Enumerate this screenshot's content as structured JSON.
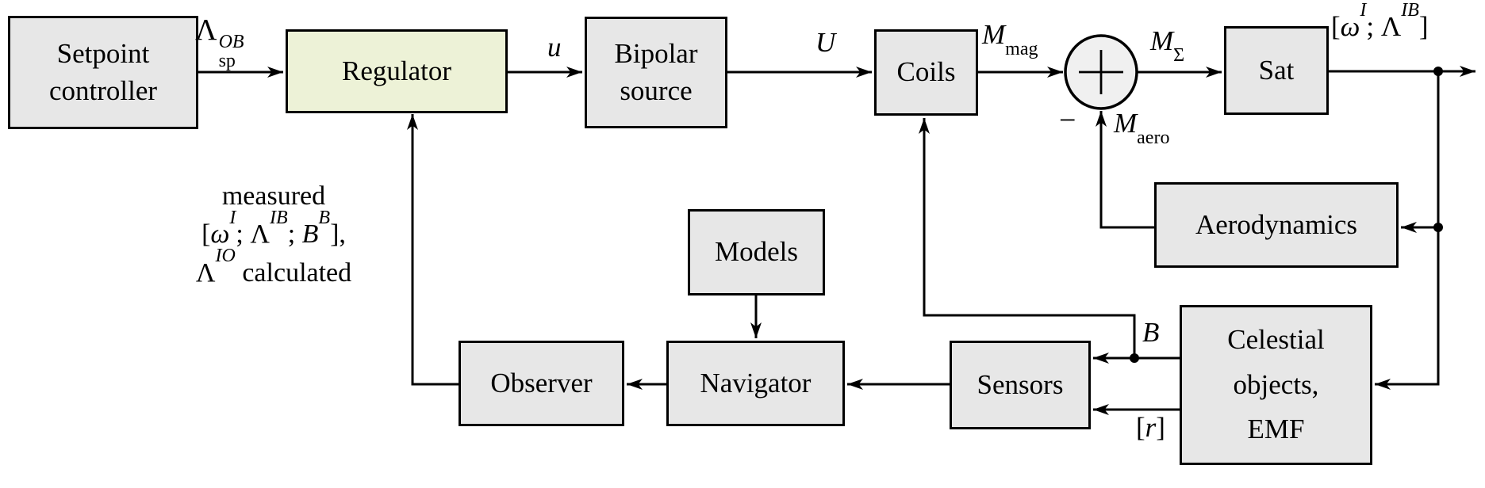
{
  "diagram": {
    "title": "Satellite magnetic attitude control loop block diagram",
    "colors": {
      "background": "#ffffff",
      "block_fill": "#e7e7e7",
      "regulator_fill": "#edf2d7",
      "sum_fill": "#f0f0f0",
      "line": "#000000"
    },
    "blocks": {
      "setpoint": {
        "line1": "Setpoint",
        "line2": "controller"
      },
      "regulator": {
        "label": "Regulator"
      },
      "bipolar": {
        "line1": "Bipolar",
        "line2": "source"
      },
      "coils": {
        "label": "Coils"
      },
      "sum": {
        "operator": "+"
      },
      "sat": {
        "label": "Sat"
      },
      "aerodynamics": {
        "label": "Aerodynamics"
      },
      "models": {
        "label": "Models"
      },
      "navigator": {
        "label": "Navigator"
      },
      "observer": {
        "label": "Observer"
      },
      "sensors": {
        "label": "Sensors"
      },
      "celestial": {
        "line1": "Celestial",
        "line2": "objects,",
        "line3": "EMF"
      }
    },
    "labels": {
      "lambda_sp": {
        "base": "Λ",
        "sup": "OB",
        "sub": "sp"
      },
      "u": "u",
      "U": "U",
      "m_mag": {
        "base": "M",
        "sub": "mag"
      },
      "m_sigma": {
        "base": "M",
        "sub": "Σ"
      },
      "minus": "−",
      "m_aero": {
        "base": "M",
        "sub": "aero"
      },
      "sat_output": {
        "b1": "[",
        "v1": "ω",
        "s1": "I",
        "sep": "; ",
        "v2": "Λ",
        "s2": "IB",
        "b2": "]"
      },
      "b_field": "B",
      "r_vector": {
        "b1": "[",
        "v": "r",
        "b2": "]"
      },
      "measured": {
        "line1": "measured",
        "line2": {
          "b1": "[",
          "v1": "ω",
          "s1": "I",
          "sep1": "; ",
          "v2": "Λ",
          "s2": "IB",
          "sep2": "; ",
          "v3": "B",
          "s3": "B",
          "b2": "],"
        },
        "line3": {
          "v": "Λ",
          "s": "IO",
          "rest": " calculated"
        }
      }
    }
  }
}
